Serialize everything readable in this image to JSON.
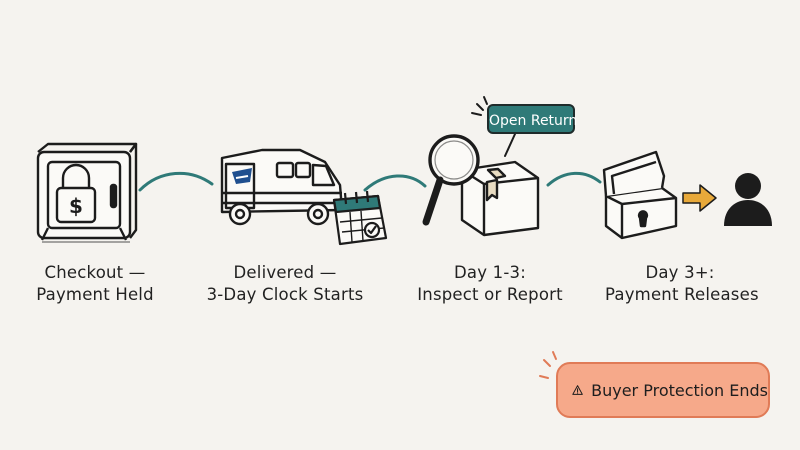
{
  "steps": [
    {
      "line1": "Checkout —",
      "line2": "Payment Held",
      "icon": "safe-icon"
    },
    {
      "line1": "Delivered —",
      "line2": "3-Day Clock Starts",
      "icon": "delivery-truck-icon"
    },
    {
      "line1": "Day 1-3:",
      "line2": "Inspect or Report",
      "icon": "magnifier-box-icon"
    },
    {
      "line1": "Day 3+:",
      "line2": "Payment Releases",
      "icon": "open-box-icon"
    }
  ],
  "callout": {
    "label": "Open Return"
  },
  "warning": {
    "label": "Buyer Protection Ends",
    "icon": "warning-icon"
  },
  "colors": {
    "background": "#f5f3ef",
    "connector": "#2f7a78",
    "callout_fill": "#2f7a78",
    "warning_fill": "#f6a98a",
    "warning_border": "#e07b57",
    "arrow": "#e8a93a"
  }
}
